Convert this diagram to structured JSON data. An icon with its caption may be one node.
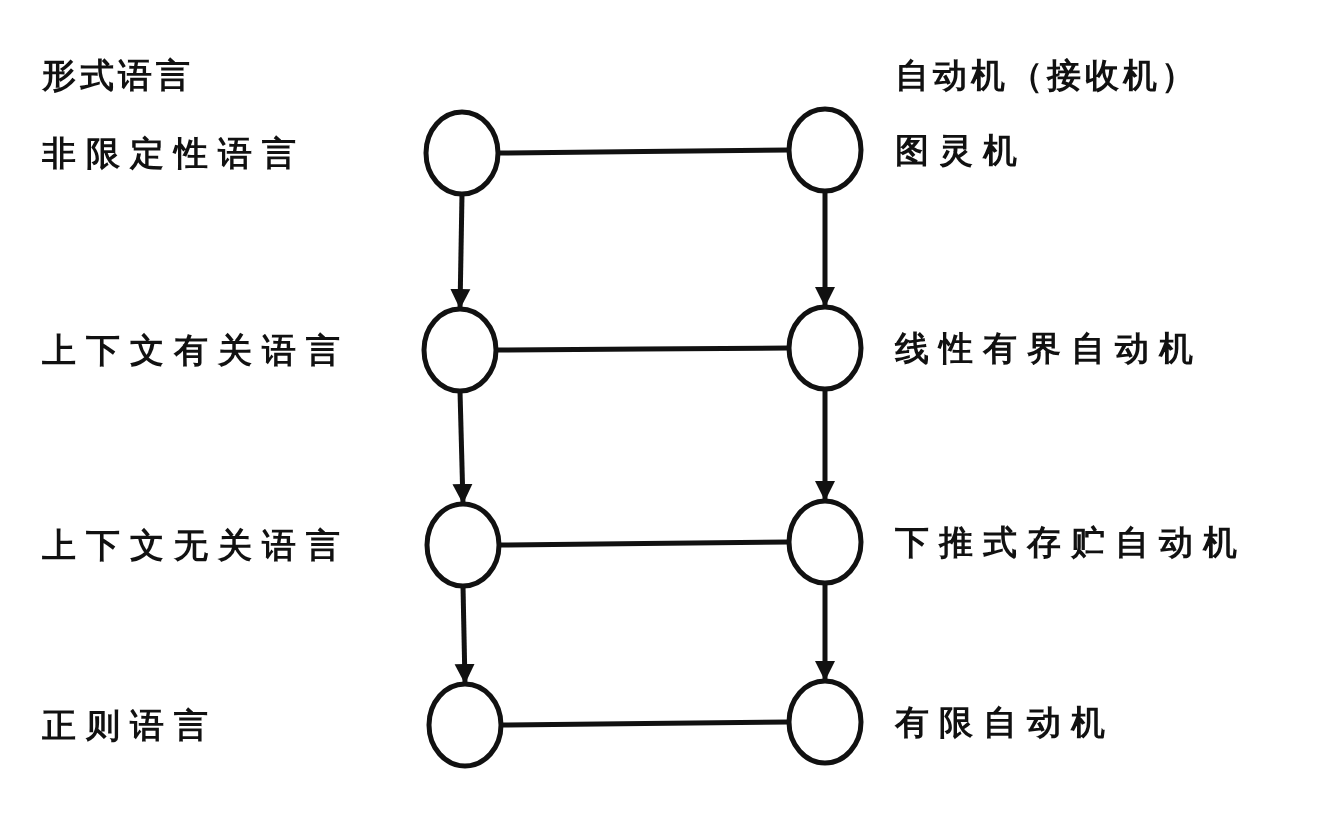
{
  "diagram": {
    "nodes": [
      {
        "text": [],
        "shape": "circle",
        "beside": [
          "非限定性语言"
        ]
      },
      {
        "text": [],
        "shape": "circle",
        "beside": [
          "图灵机"
        ]
      },
      {
        "text": [],
        "shape": "circle",
        "beside": [
          "上下文有关语言"
        ]
      },
      {
        "text": [],
        "shape": "circle",
        "beside": [
          "线性有界自动机"
        ]
      },
      {
        "text": [],
        "shape": "circle",
        "beside": [
          "上下文无关语言"
        ]
      },
      {
        "text": [],
        "shape": "circle",
        "beside": [
          "下推式存贮自动机"
        ]
      },
      {
        "text": [],
        "shape": "circle"
      },
      {
        "text": [],
        "shape": "circle",
        "beside": [
          "有限自动机"
        ]
      }
    ],
    "edges": [
      {
        "from": 0,
        "to": 1,
        "arrow": "none"
      },
      {
        "from": 0,
        "to": 2,
        "arrow": "to"
      },
      {
        "from": 1,
        "to": 3,
        "arrow": "to"
      },
      {
        "from": 2,
        "to": 3,
        "arrow": "none"
      },
      {
        "from": 2,
        "to": 4,
        "arrow": "to"
      },
      {
        "from": 3,
        "to": 5,
        "arrow": "to"
      },
      {
        "from": 4,
        "to": 5,
        "arrow": "none"
      },
      {
        "from": 4,
        "to": 6,
        "arrow": "to"
      },
      {
        "from": 5,
        "to": 7,
        "arrow": "to"
      },
      {
        "from": 6,
        "to": 7,
        "arrow": "none"
      }
    ],
    "labels": [
      "形式语言",
      "自动机（接收机）",
      "正则语言"
    ]
  }
}
